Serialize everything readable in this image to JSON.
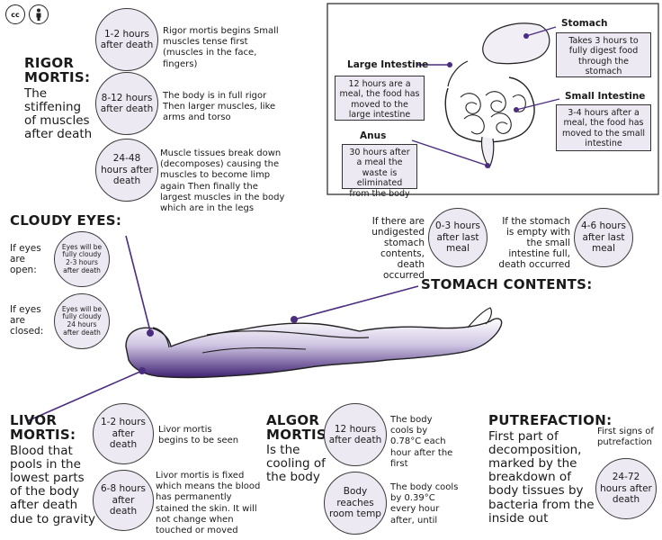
{
  "license_icons": {
    "cc": "cc",
    "person": "person-icon"
  },
  "rigor": {
    "title": "RIGOR MORTIS:",
    "desc": "The stiffening of muscles after death",
    "stages": [
      {
        "time": "1-2 hours after death",
        "text": "Rigor mortis begins Small muscles tense first (muscles in the face, fingers)"
      },
      {
        "time": "8-12 hours after death",
        "text": "The body is in full rigor Then larger muscles, like arms and torso"
      },
      {
        "time": "24-48 hours after death",
        "text": "Muscle tissues break down (decomposes) causing the muscles to become limp again Then finally the largest muscles in the body which are in the legs"
      }
    ]
  },
  "digestion": {
    "stomach_label": "Stomach",
    "stomach_text": "Takes 3 hours to fully digest food through the stomach",
    "large_label": "Large Intestine",
    "large_text": "12 hours are a meal, the food has moved to the large intestine",
    "small_label": "Small Intestine",
    "small_text": "3-4 hours after a meal, the food has moved to the small intestine",
    "anus_label": "Anus",
    "anus_text": "30 hours after a meal the waste is eliminated from the body"
  },
  "cloudy": {
    "title": "CLOUDY EYES:",
    "open_label": "If eyes are open:",
    "open_time": "Eyes will be fully cloudy 2-3 hours after death",
    "closed_label": "If eyes are closed:",
    "closed_time": "Eyes will be fully cloudy 24 hours after death"
  },
  "stomach_contents": {
    "title": "STOMACH CONTENTS:",
    "undigested_text": "If there are undigested stomach contents, death occurred",
    "undigested_time": "0-3 hours after last meal",
    "empty_text": "If the stomach is empty with the small intestine full, death occurred",
    "empty_time": "4-6 hours after last meal"
  },
  "livor": {
    "title": "LIVOR MORTIS:",
    "desc": "Blood that pools in the lowest parts of the body after death due to gravity",
    "stages": [
      {
        "time": "1-2 hours after death",
        "text": "Livor mortis begins to be seen"
      },
      {
        "time": "6-8 hours after death",
        "text": "Livor mortis is fixed which means the blood has permanently stained the skin. It will not change when touched or moved"
      }
    ]
  },
  "algor": {
    "title": "ALGOR MORTIS:",
    "desc": "Is the cooling of the body",
    "stages": [
      {
        "time": "12 hours after death",
        "text": "The body cools by 0.78°C each hour after the first"
      },
      {
        "time": "Body reaches room temp",
        "text": "The body cools by 0.39°C every hour after, until"
      }
    ]
  },
  "putrefaction": {
    "title": "PUTREFACTION:",
    "desc": "First part of decomposition, marked by the breakdown of body tissues by bacteria from the inside out",
    "note": "First signs of putrefaction",
    "time": "24-72 hours after death"
  },
  "colors": {
    "accent": "#4b2d7f",
    "circle_fill": "#ece9f2"
  }
}
